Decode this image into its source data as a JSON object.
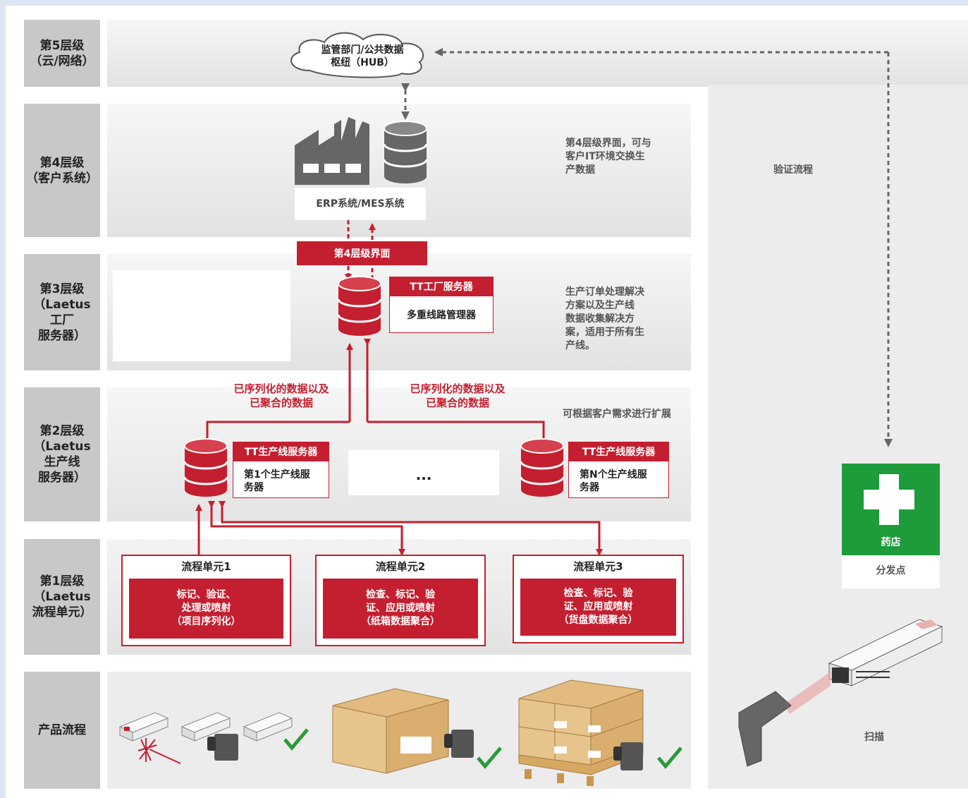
{
  "tiers": {
    "l5": "第5层级\n（云/网络）",
    "l4": "第4层级\n（客户系统）",
    "l3": "第3层级\n（Laetus\n工厂\n服务器）",
    "l2": "第2层级\n（Laetus\n生产线\n服务器）",
    "l1": "第1层级\n（Laetus\n流程单元）",
    "product": "产品流程"
  },
  "cloud": {
    "label": "监管部门/公共数据\n枢纽（HUB）"
  },
  "customer": {
    "erp_label": "ERP系统/MES系统",
    "interface_label": "第4层级界面"
  },
  "factory_server": {
    "title": "TT工厂服务器",
    "body": "多重线路管理器"
  },
  "line_servers": [
    {
      "title": "TT生产线服务器",
      "body": "第1个生产线服\n务器"
    },
    {
      "title": "TT生产线服务器",
      "body": "第N个生产线服\n务器"
    }
  ],
  "ellipsis": "...",
  "flow_labels": {
    "left": "已序列化的数据以及\n已聚合的数据",
    "right": "已序列化的数据以及\n已聚合的数据"
  },
  "notes": {
    "l4": "第4层级界面，可与\n客户IT环境交换生\n产数据",
    "l3": "生产订单处理解决\n方案以及生产线\n数据收集解决方\n案，适用于所有生\n产线。",
    "scale": "可根据客户需求进行扩展",
    "verify": "验证流程",
    "scan": "扫描"
  },
  "units": [
    {
      "title": "流程单元1",
      "body": "标记、验证、\n处理或喷射\n（项目序列化）"
    },
    {
      "title": "流程单元2",
      "body": "检查、标记、验\n证、应用或喷射\n（纸箱数据聚合）"
    },
    {
      "title": "流程单元3",
      "body": "检查、标记、验\n证、应用或喷射\n（货盘数据聚合）"
    }
  ],
  "pharmacy": {
    "label": "药店",
    "sub": "分发点"
  },
  "colors": {
    "accent_red": "#c41f30",
    "pharmacy_green": "#1e9b3a",
    "tier_gray": "#c8c8c8",
    "band_gray": "#e6e6e6"
  },
  "icons": [
    "cloud-icon",
    "factory-icon",
    "database-icon",
    "camera-icon",
    "check-icon",
    "laser-icon",
    "box-icon",
    "pallet-icon",
    "scanner-icon",
    "cross-icon"
  ]
}
